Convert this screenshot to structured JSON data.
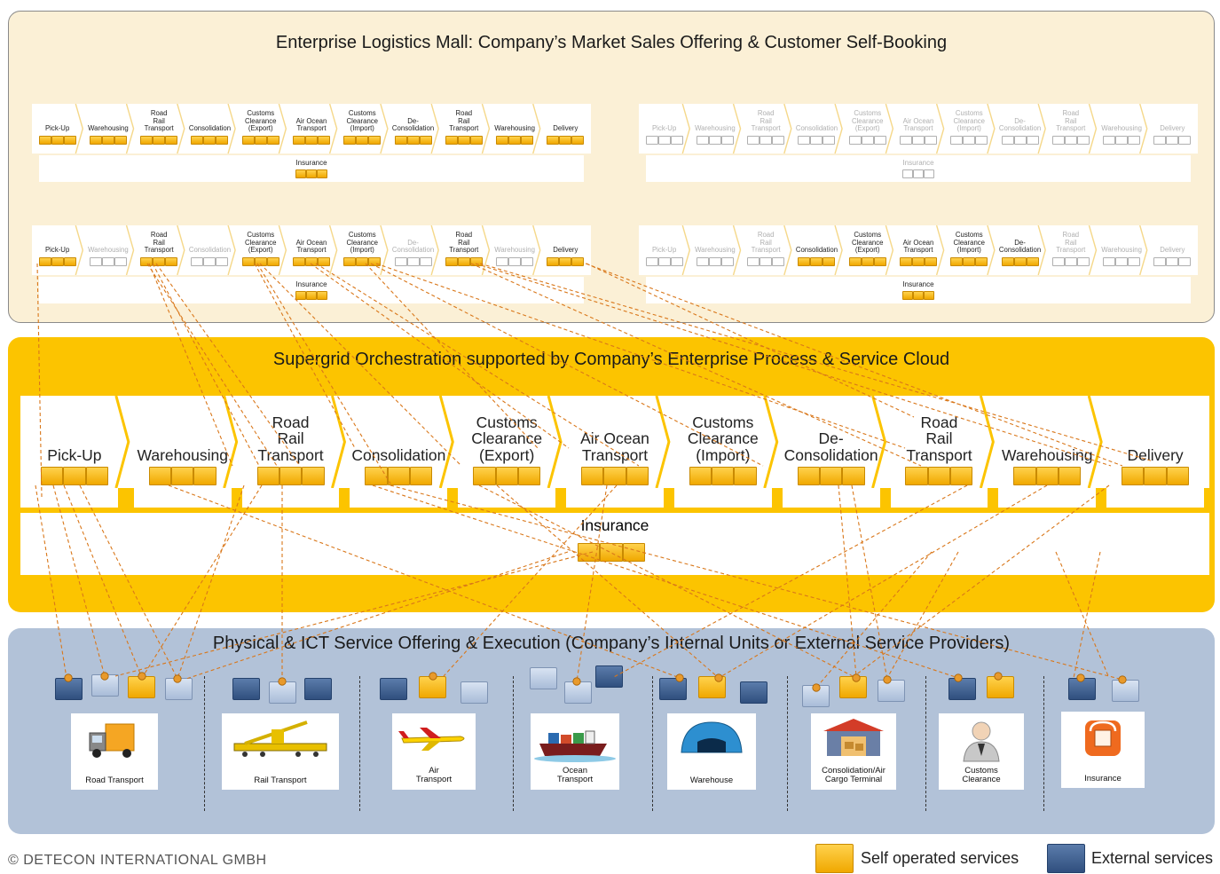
{
  "mall": {
    "title": "Enterprise Logistics Mall: Company’s Market Sales Offering & Customer Self-Booking"
  },
  "orchestration": {
    "title": "Supergrid Orchestration supported by Company’s Enterprise Process & Service Cloud"
  },
  "execution": {
    "title": "Physical & ICT Service Offering & Execution (Company’s Internal Units or External Service Providers)"
  },
  "process_steps": [
    "Pick-Up",
    "Warehousing",
    "Road\nRail\nTransport",
    "Consolidation",
    "Customs\nClearance\n(Export)",
    "Air Ocean\nTransport",
    "Customs\nClearance\n(Import)",
    "De-\nConsolidation",
    "Road\nRail\nTransport",
    "Warehousing",
    "Delivery"
  ],
  "insurance_label": "Insurance",
  "mall_configs": [
    {
      "active": [
        true,
        true,
        true,
        true,
        true,
        true,
        true,
        true,
        true,
        true,
        true
      ],
      "insurance": true
    },
    {
      "active": [
        false,
        false,
        false,
        false,
        false,
        false,
        false,
        false,
        false,
        false,
        false
      ],
      "insurance": false
    },
    {
      "active": [
        true,
        false,
        true,
        false,
        true,
        true,
        true,
        false,
        true,
        false,
        true
      ],
      "insurance": true
    },
    {
      "active": [
        false,
        false,
        false,
        true,
        true,
        true,
        true,
        true,
        false,
        false,
        false
      ],
      "insurance": true
    }
  ],
  "providers": [
    {
      "label": "Road Transport",
      "icon": "truck-icon"
    },
    {
      "label": "Rail Transport",
      "icon": "crane-train-icon"
    },
    {
      "label": "Air\nTransport",
      "icon": "airplane-icon"
    },
    {
      "label": "Ocean\nTransport",
      "icon": "container-ship-icon"
    },
    {
      "label": "Warehouse",
      "icon": "warehouse-hall-icon"
    },
    {
      "label": "Consolidation/Air\nCargo Terminal",
      "icon": "cargo-terminal-icon"
    },
    {
      "label": "Customs\nClearance",
      "icon": "customs-officer-icon"
    },
    {
      "label": "Insurance",
      "icon": "insurance-box-icon"
    }
  ],
  "legend": {
    "self_operated": "Self operated services",
    "external": "External services",
    "self_color": "#fbb516",
    "external_color": "#3f5f8f"
  },
  "copyright": "© DETECON INTERNATIONAL GMBH"
}
